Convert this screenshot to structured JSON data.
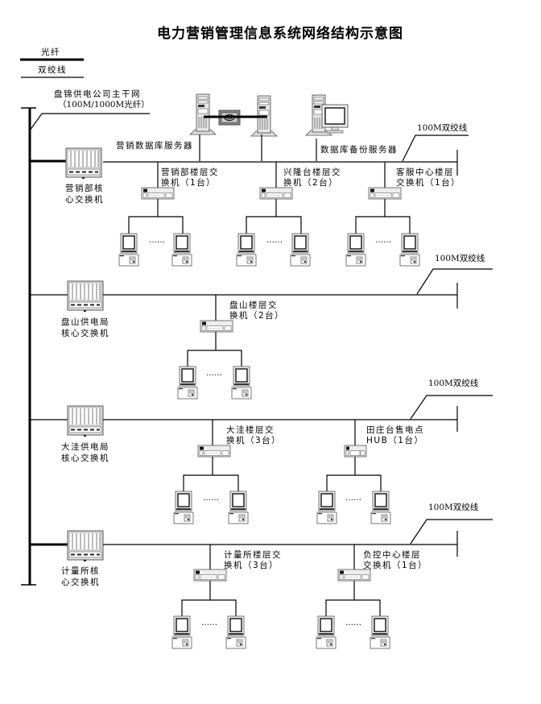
{
  "title": "电力营销管理信息系统网络结构示意图",
  "legend": {
    "fiber": "光纤",
    "twisted_pair": "双绞线"
  },
  "backbone": {
    "line1": "盘锦供电公司主干网",
    "line2": "（100M/1000M光纤）"
  },
  "servers": {
    "marketing_db": "营销数据库服务器",
    "backup_db": "数据库备份服务器"
  },
  "segments": [
    {
      "core_switch": [
        "营销部核",
        "心交换机"
      ],
      "cable_label": "100M双绞线",
      "floor_switches": [
        {
          "line1": "营销部楼层交",
          "line2": "换机（1台）"
        },
        {
          "line1": "兴隆台楼层交",
          "line2": "换机（2台）"
        },
        {
          "line1": "客服中心楼层",
          "line2": "交换机（1台）"
        }
      ]
    },
    {
      "core_switch": [
        "盘山供电局",
        "核心交换机"
      ],
      "cable_label": "100M双绞线",
      "floor_switches": [
        {
          "line1": "盘山楼层交",
          "line2": "换机（2台）"
        }
      ]
    },
    {
      "core_switch": [
        "大洼供电局",
        "核心交换机"
      ],
      "cable_label": "100M双绞线",
      "floor_switches": [
        {
          "line1": "大洼楼层交",
          "line2": "换机（3台）"
        },
        {
          "line1": "田庄台售电点",
          "line2": "HUB（1台）"
        }
      ]
    },
    {
      "core_switch": [
        "计量所核",
        "心交换机"
      ],
      "cable_label": "100M双绞线",
      "floor_switches": [
        {
          "line1": "计量所楼层交",
          "line2": "换机（3台）"
        },
        {
          "line1": "负控中心楼层",
          "line2": "交换机（1台）"
        }
      ]
    }
  ],
  "ellipsis": "……"
}
